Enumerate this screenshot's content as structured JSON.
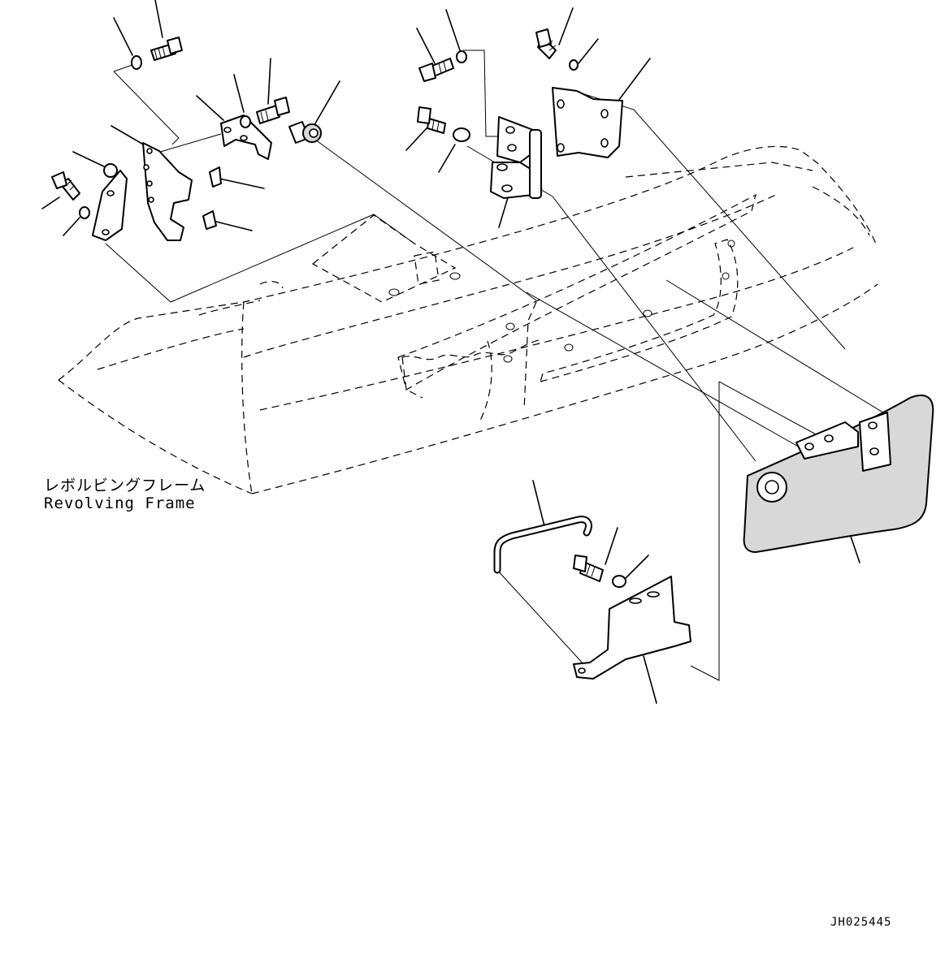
{
  "labels": {
    "frame_jp": "レボルビングフレーム",
    "frame_en": "Revolving Frame",
    "drawing_code": "JH025445"
  },
  "colors": {
    "line": "#000000",
    "background": "#ffffff",
    "panel_shade": "#d8d8d8"
  }
}
